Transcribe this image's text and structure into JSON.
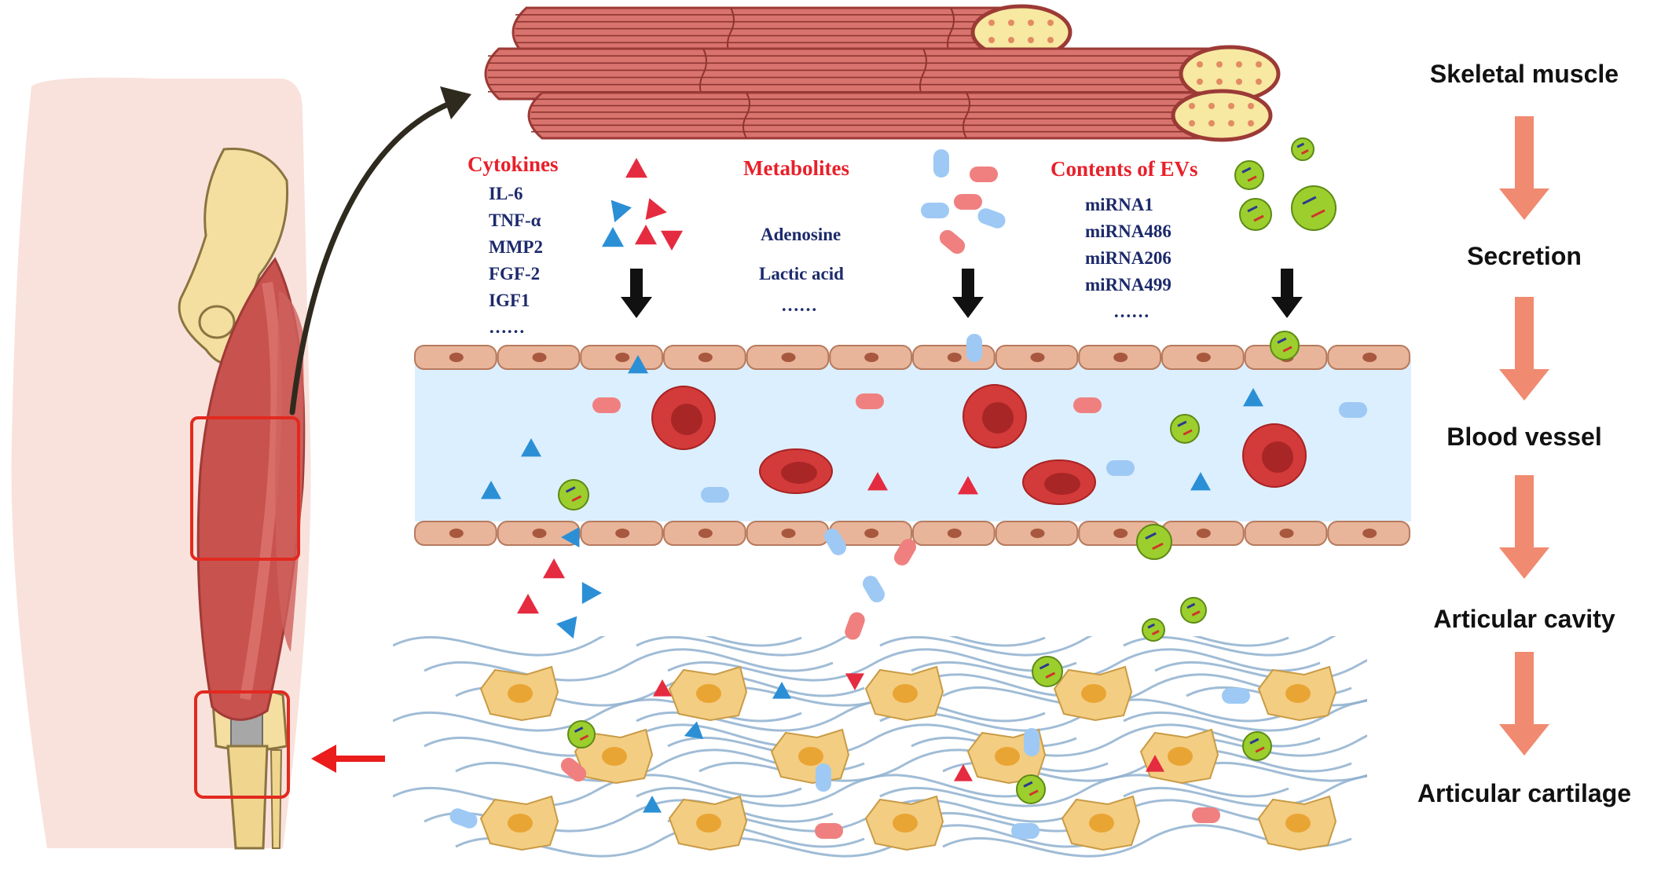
{
  "stages": [
    {
      "id": "skeletal-muscle",
      "label": "Skeletal  muscle"
    },
    {
      "id": "secretion",
      "label": "Secretion"
    },
    {
      "id": "blood-vessel",
      "label": "Blood vessel"
    },
    {
      "id": "articular-cavity",
      "label": "Articular cavity"
    },
    {
      "id": "articular-cartilage",
      "label": "Articular cartilage"
    }
  ],
  "secreted": {
    "cytokines": {
      "title": "Cytokines",
      "items": [
        "IL-6",
        "TNF-α",
        "MMP2",
        "FGF-2",
        "IGF1",
        "……"
      ]
    },
    "metabolites": {
      "title": "Metabolites",
      "items": [
        "Adenosine",
        "Lactic acid",
        "……"
      ]
    },
    "evs": {
      "title": "Contents of EVs",
      "items": [
        "miRNA1",
        "miRNA486",
        "miRNA206",
        "miRNA499",
        "……"
      ]
    }
  },
  "colors": {
    "muscle_red": "#c8524e",
    "fiber_fill": "#d8736d",
    "vessel_lumen": "#dcefff",
    "endothelium": "#e8b59a",
    "rbc": "#d33a3a",
    "cytokine_red": "#e52b40",
    "cytokine_blue": "#2b8fd6",
    "metabolite_red": "#f08080",
    "metabolite_blue": "#9ec9f5",
    "ev_green": "#9ccf2d",
    "flow_arrow": "#f08a70",
    "chondrocyte": "#f3cd82",
    "matrix": "#8fb0cf",
    "leg_skin": "#f9e2dc",
    "highlight_box": "#e2291f"
  }
}
